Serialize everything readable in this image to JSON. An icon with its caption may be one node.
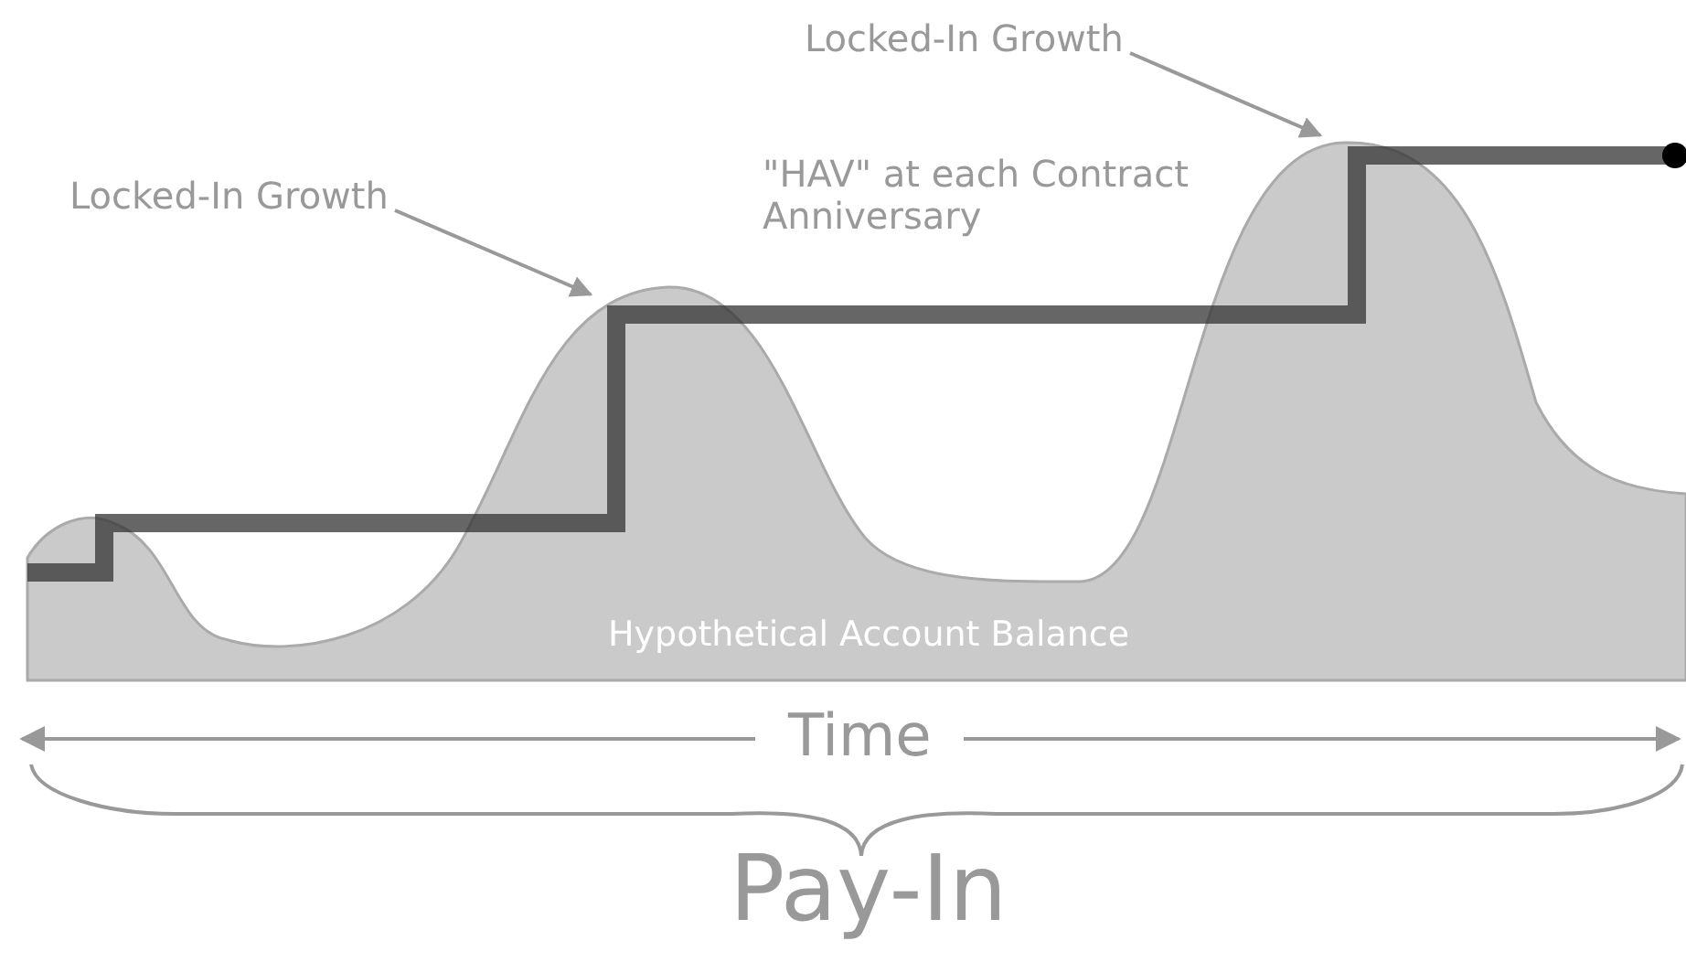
{
  "diagram": {
    "nodes": [
      {
        "text": [
          "Locked-In Growth"
        ]
      },
      {
        "text": [
          "Locked-In Growth"
        ]
      }
    ],
    "edges": [
      {
        "from": 0,
        "to": null,
        "arrow": "to"
      },
      {
        "from": 1,
        "to": null,
        "arrow": "to"
      }
    ],
    "labels": [
      "\"HAV\" at each Contract Anniversary",
      "Hypothetical Account Balance",
      "Time",
      "Pay-In"
    ]
  }
}
